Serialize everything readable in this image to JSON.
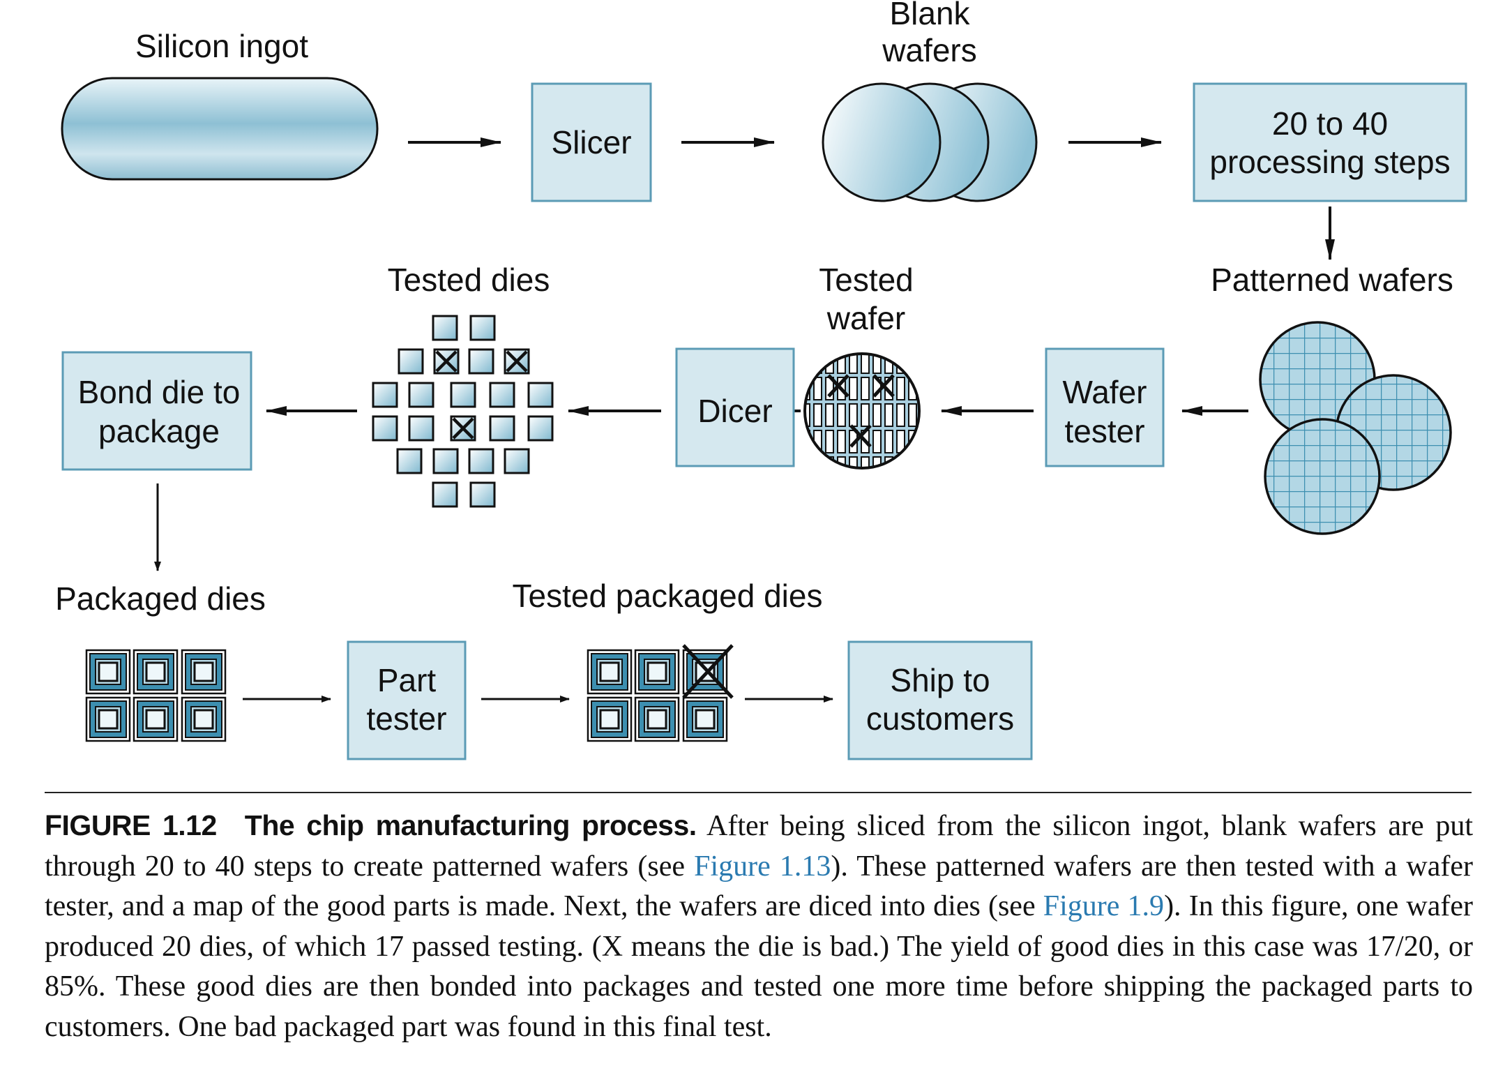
{
  "diagram": {
    "labels": {
      "silicon_ingot": "Silicon ingot",
      "blank_wafers_1": "Blank",
      "blank_wafers_2": "wafers",
      "patterned_wafers": "Patterned wafers",
      "tested_wafer_1": "Tested",
      "tested_wafer_2": "wafer",
      "tested_dies": "Tested dies",
      "packaged_dies": "Packaged dies",
      "tested_packaged_dies": "Tested packaged dies"
    },
    "boxes": {
      "slicer": "Slicer",
      "processing_1": "20 to 40",
      "processing_2": "processing steps",
      "wafer_tester_1": "Wafer",
      "wafer_tester_2": "tester",
      "dicer": "Dicer",
      "bond_1": "Bond die to",
      "bond_2": "package",
      "part_tester_1": "Part",
      "part_tester_2": "tester",
      "ship_1": "Ship to",
      "ship_2": "customers"
    },
    "colors": {
      "box_fill": "#d5e8ef",
      "box_stroke": "#5b9bb5",
      "wafer_fill": "#a9cfdf",
      "grid_line": "#3d8fb0"
    }
  },
  "caption": {
    "figure_label": "FIGURE 1.12",
    "title": "The chip manufacturing process.",
    "text_1": " After being sliced from the silicon ingot, blank wafers are put through 20 to 40 steps to create patterned wafers (see ",
    "link_1": "Figure 1.13",
    "text_2": "). These patterned wafers are then tested with a wafer tester, and a map of the good parts is made. Next, the wafers are diced into dies (see ",
    "link_2": "Figure 1.9",
    "text_3": "). In this figure, one wafer produced 20 dies, of which 17 passed testing. (X means the die is bad.) The yield of good dies in this case was 17/20, or 85%. These good dies are then bonded into packages and tested one more time before shipping the packaged parts to customers. One bad packaged part was found in this final test."
  }
}
